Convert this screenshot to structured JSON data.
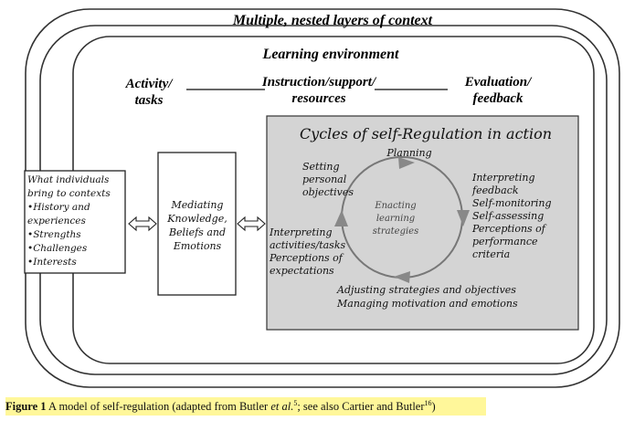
{
  "diagram": {
    "outer_title": "Multiple, nested layers of context",
    "learning_env_title": "Learning environment",
    "activity": [
      "Activity/",
      "tasks"
    ],
    "instruction": [
      "Instruction/support/",
      "resources"
    ],
    "evaluation": [
      "Evaluation/",
      "feedback"
    ],
    "individuals": {
      "lines": [
        "What individuals",
        "bring to contexts",
        "•History and",
        "experiences",
        "•Strengths",
        "•Challenges",
        "•Interests"
      ]
    },
    "mediating": [
      "Mediating",
      "Knowledge,",
      "Beliefs and",
      "Emotions"
    ],
    "cycles": {
      "title": "Cycles of self-Regulation in action",
      "planning": "Planning",
      "setting": [
        "Setting",
        "personal",
        "objectives"
      ],
      "enacting": [
        "Enacting",
        "learning",
        "strategies"
      ],
      "interpreting_feedback": [
        "Interpreting",
        "feedback",
        "Self-monitoring",
        "Self-assessing",
        "Perceptions of",
        "performance",
        "criteria"
      ],
      "interpreting_activities": [
        "Interpreting",
        "activities/tasks",
        "Perceptions of",
        "expectations"
      ],
      "adjusting": [
        "Adjusting strategies and objectives",
        "Managing motivation and emotions"
      ]
    },
    "colors": {
      "panel_fill": "#d4d4d4",
      "arrow_fill": "#888888",
      "caption_highlight": "#fff79a"
    }
  },
  "caption": {
    "label": "Figure 1",
    "text_a": " A model of self-regulation (adapted from Butler ",
    "etal": "et al.",
    "ref1": "5",
    "text_b": "; see also Cartier and Butler",
    "ref2": "16",
    "text_c": ")"
  }
}
